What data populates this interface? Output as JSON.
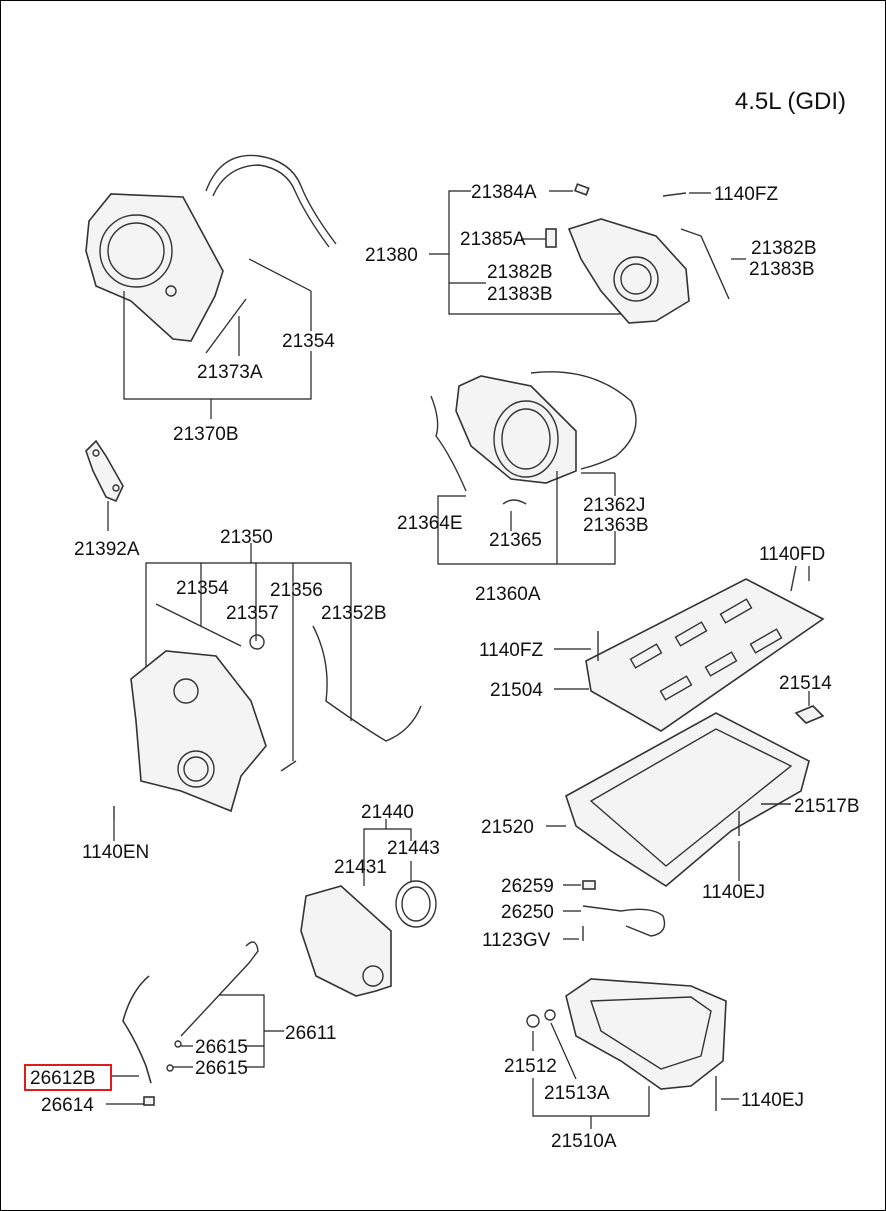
{
  "title": "4.5L (GDI)",
  "highlight_color": "#e01b1b",
  "labels": {
    "p21384A": "21384A",
    "p1140FZ_top": "1140FZ",
    "p21380": "21380",
    "p21385A": "21385A",
    "p21382B_right": "21382B",
    "p21383B_right": "21383B",
    "p21382B_left": "21382B",
    "p21383B_left": "21383B",
    "p21354_top": "21354",
    "p21373A": "21373A",
    "p21370B": "21370B",
    "p21392A": "21392A",
    "p21364E": "21364E",
    "p21365": "21365",
    "p21362J": "21362J",
    "p21363B": "21363B",
    "p21360A": "21360A",
    "p21350": "21350",
    "p21354_mid": "21354",
    "p21356": "21356",
    "p21357": "21357",
    "p21352B": "21352B",
    "p1140FD": "1140FD",
    "p1140FZ_mid": "1140FZ",
    "p21504": "21504",
    "p21514": "21514",
    "p21520": "21520",
    "p21517B": "21517B",
    "p1140EJ_mid": "1140EJ",
    "p1140EN": "1140EN",
    "p21440": "21440",
    "p21431": "21431",
    "p21443": "21443",
    "p26259": "26259",
    "p26250": "26250",
    "p1123GV": "1123GV",
    "p26611": "26611",
    "p26615_a": "26615",
    "p26615_b": "26615",
    "p26612B": "26612B",
    "p26614": "26614",
    "p21512": "21512",
    "p21513A": "21513A",
    "p1140EJ_bot": "1140EJ",
    "p21510A": "21510A"
  }
}
